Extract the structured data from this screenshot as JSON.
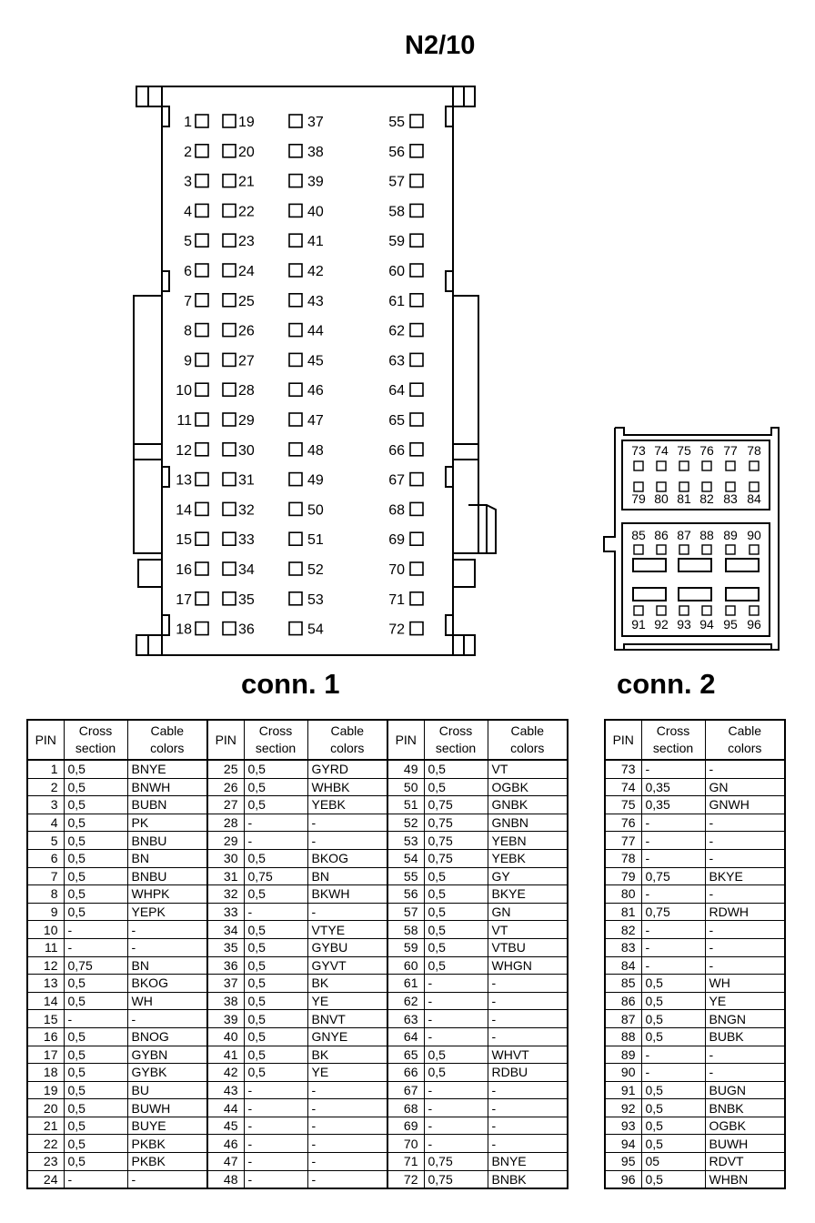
{
  "title": "N2/10",
  "conn1_label": "conn. 1",
  "conn2_label": "conn. 2",
  "headers": {
    "pin": "PIN",
    "cross_line1": "Cross",
    "cross_line2": "section",
    "cable_line1": "Cable",
    "cable_line2": "colors"
  },
  "conn1_pins": {
    "col1": [
      "1",
      "2",
      "3",
      "4",
      "5",
      "6",
      "7",
      "8",
      "9",
      "10",
      "11",
      "12",
      "13",
      "14",
      "15",
      "16",
      "17",
      "18"
    ],
    "col2": [
      "19",
      "20",
      "21",
      "22",
      "23",
      "24",
      "25",
      "26",
      "27",
      "28",
      "29",
      "30",
      "31",
      "32",
      "33",
      "34",
      "35",
      "36"
    ],
    "col3": [
      "37",
      "38",
      "39",
      "40",
      "41",
      "42",
      "43",
      "44",
      "45",
      "46",
      "47",
      "48",
      "49",
      "50",
      "51",
      "52",
      "53",
      "54"
    ],
    "col4": [
      "55",
      "56",
      "57",
      "58",
      "59",
      "60",
      "61",
      "62",
      "63",
      "64",
      "65",
      "66",
      "67",
      "68",
      "69",
      "70",
      "71",
      "72"
    ]
  },
  "conn2_pins": {
    "top_row1": [
      "73",
      "74",
      "75",
      "76",
      "77",
      "78"
    ],
    "top_row2": [
      "79",
      "80",
      "81",
      "82",
      "83",
      "84"
    ],
    "bottom_row1": [
      "85",
      "86",
      "87",
      "88",
      "89",
      "90"
    ],
    "bottom_row2": [
      "91",
      "92",
      "93",
      "94",
      "95",
      "96"
    ]
  },
  "table1": [
    [
      [
        "1",
        "0,5",
        "BNYE"
      ],
      [
        "25",
        "0,5",
        "GYRD"
      ],
      [
        "49",
        "0,5",
        "VT"
      ]
    ],
    [
      [
        "2",
        "0,5",
        "BNWH"
      ],
      [
        "26",
        "0,5",
        "WHBK"
      ],
      [
        "50",
        "0,5",
        "OGBK"
      ]
    ],
    [
      [
        "3",
        "0,5",
        "BUBN"
      ],
      [
        "27",
        "0,5",
        "YEBK"
      ],
      [
        "51",
        "0,75",
        "GNBK"
      ]
    ],
    [
      [
        "4",
        "0,5",
        "PK"
      ],
      [
        "28",
        "-",
        "-"
      ],
      [
        "52",
        "0,75",
        "GNBN"
      ]
    ],
    [
      [
        "5",
        "0,5",
        "BNBU"
      ],
      [
        "29",
        "-",
        "-"
      ],
      [
        "53",
        "0,75",
        "YEBN"
      ]
    ],
    [
      [
        "6",
        "0,5",
        "BN"
      ],
      [
        "30",
        "0,5",
        "BKOG"
      ],
      [
        "54",
        "0,75",
        "YEBK"
      ]
    ],
    [
      [
        "7",
        "0,5",
        "BNBU"
      ],
      [
        "31",
        "0,75",
        "BN"
      ],
      [
        "55",
        "0,5",
        "GY"
      ]
    ],
    [
      [
        "8",
        "0,5",
        "WHPK"
      ],
      [
        "32",
        "0,5",
        "BKWH"
      ],
      [
        "56",
        "0,5",
        "BKYE"
      ]
    ],
    [
      [
        "9",
        "0,5",
        "YEPK"
      ],
      [
        "33",
        "-",
        "-"
      ],
      [
        "57",
        "0,5",
        "GN"
      ]
    ],
    [
      [
        "10",
        "-",
        "-"
      ],
      [
        "34",
        "0,5",
        "VTYE"
      ],
      [
        "58",
        "0,5",
        "VT"
      ]
    ],
    [
      [
        "11",
        "-",
        "-"
      ],
      [
        "35",
        "0,5",
        "GYBU"
      ],
      [
        "59",
        "0,5",
        "VTBU"
      ]
    ],
    [
      [
        "12",
        "0,75",
        "BN"
      ],
      [
        "36",
        "0,5",
        "GYVT"
      ],
      [
        "60",
        "0,5",
        "WHGN"
      ]
    ],
    [
      [
        "13",
        "0,5",
        "BKOG"
      ],
      [
        "37",
        "0,5",
        "BK"
      ],
      [
        "61",
        "-",
        "-"
      ]
    ],
    [
      [
        "14",
        "0,5",
        "WH"
      ],
      [
        "38",
        "0,5",
        "YE"
      ],
      [
        "62",
        "-",
        "-"
      ]
    ],
    [
      [
        "15",
        "-",
        "-"
      ],
      [
        "39",
        "0,5",
        "BNVT"
      ],
      [
        "63",
        "-",
        "-"
      ]
    ],
    [
      [
        "16",
        "0,5",
        "BNOG"
      ],
      [
        "40",
        "0,5",
        "GNYE"
      ],
      [
        "64",
        "-",
        "-"
      ]
    ],
    [
      [
        "17",
        "0,5",
        "GYBN"
      ],
      [
        "41",
        "0,5",
        "BK"
      ],
      [
        "65",
        "0,5",
        "WHVT"
      ]
    ],
    [
      [
        "18",
        "0,5",
        "GYBK"
      ],
      [
        "42",
        "0,5",
        "YE"
      ],
      [
        "66",
        "0,5",
        "RDBU"
      ]
    ],
    [
      [
        "19",
        "0,5",
        "BU"
      ],
      [
        "43",
        "-",
        "-"
      ],
      [
        "67",
        "-",
        "-"
      ]
    ],
    [
      [
        "20",
        "0,5",
        "BUWH"
      ],
      [
        "44",
        "-",
        "-"
      ],
      [
        "68",
        "-",
        "-"
      ]
    ],
    [
      [
        "21",
        "0,5",
        "BUYE"
      ],
      [
        "45",
        "-",
        "-"
      ],
      [
        "69",
        "-",
        "-"
      ]
    ],
    [
      [
        "22",
        "0,5",
        "PKBK"
      ],
      [
        "46",
        "-",
        "-"
      ],
      [
        "70",
        "-",
        "-"
      ]
    ],
    [
      [
        "23",
        "0,5",
        "PKBK"
      ],
      [
        "47",
        "-",
        "-"
      ],
      [
        "71",
        "0,75",
        "BNYE"
      ]
    ],
    [
      [
        "24",
        "-",
        "-"
      ],
      [
        "48",
        "-",
        "-"
      ],
      [
        "72",
        "0,75",
        "BNBK"
      ]
    ]
  ],
  "table2": [
    [
      "73",
      "-",
      "-"
    ],
    [
      "74",
      "0,35",
      "GN"
    ],
    [
      "75",
      "0,35",
      "GNWH"
    ],
    [
      "76",
      "-",
      "-"
    ],
    [
      "77",
      "-",
      "-"
    ],
    [
      "78",
      "-",
      "-"
    ],
    [
      "79",
      "0,75",
      "BKYE"
    ],
    [
      "80",
      "-",
      "-"
    ],
    [
      "81",
      "0,75",
      "RDWH"
    ],
    [
      "82",
      "-",
      "-"
    ],
    [
      "83",
      "-",
      "-"
    ],
    [
      "84",
      "-",
      "-"
    ],
    [
      "85",
      "0,5",
      "WH"
    ],
    [
      "86",
      "0,5",
      "YE"
    ],
    [
      "87",
      "0,5",
      "BNGN"
    ],
    [
      "88",
      "0,5",
      "BUBK"
    ],
    [
      "89",
      "-",
      "-"
    ],
    [
      "90",
      "-",
      "-"
    ],
    [
      "91",
      "0,5",
      "BUGN"
    ],
    [
      "92",
      "0,5",
      "BNBK"
    ],
    [
      "93",
      "0,5",
      "OGBK"
    ],
    [
      "94",
      "0,5",
      "BUWH"
    ],
    [
      "95",
      "05",
      "RDVT"
    ],
    [
      "96",
      "0,5",
      "WHBN"
    ]
  ]
}
